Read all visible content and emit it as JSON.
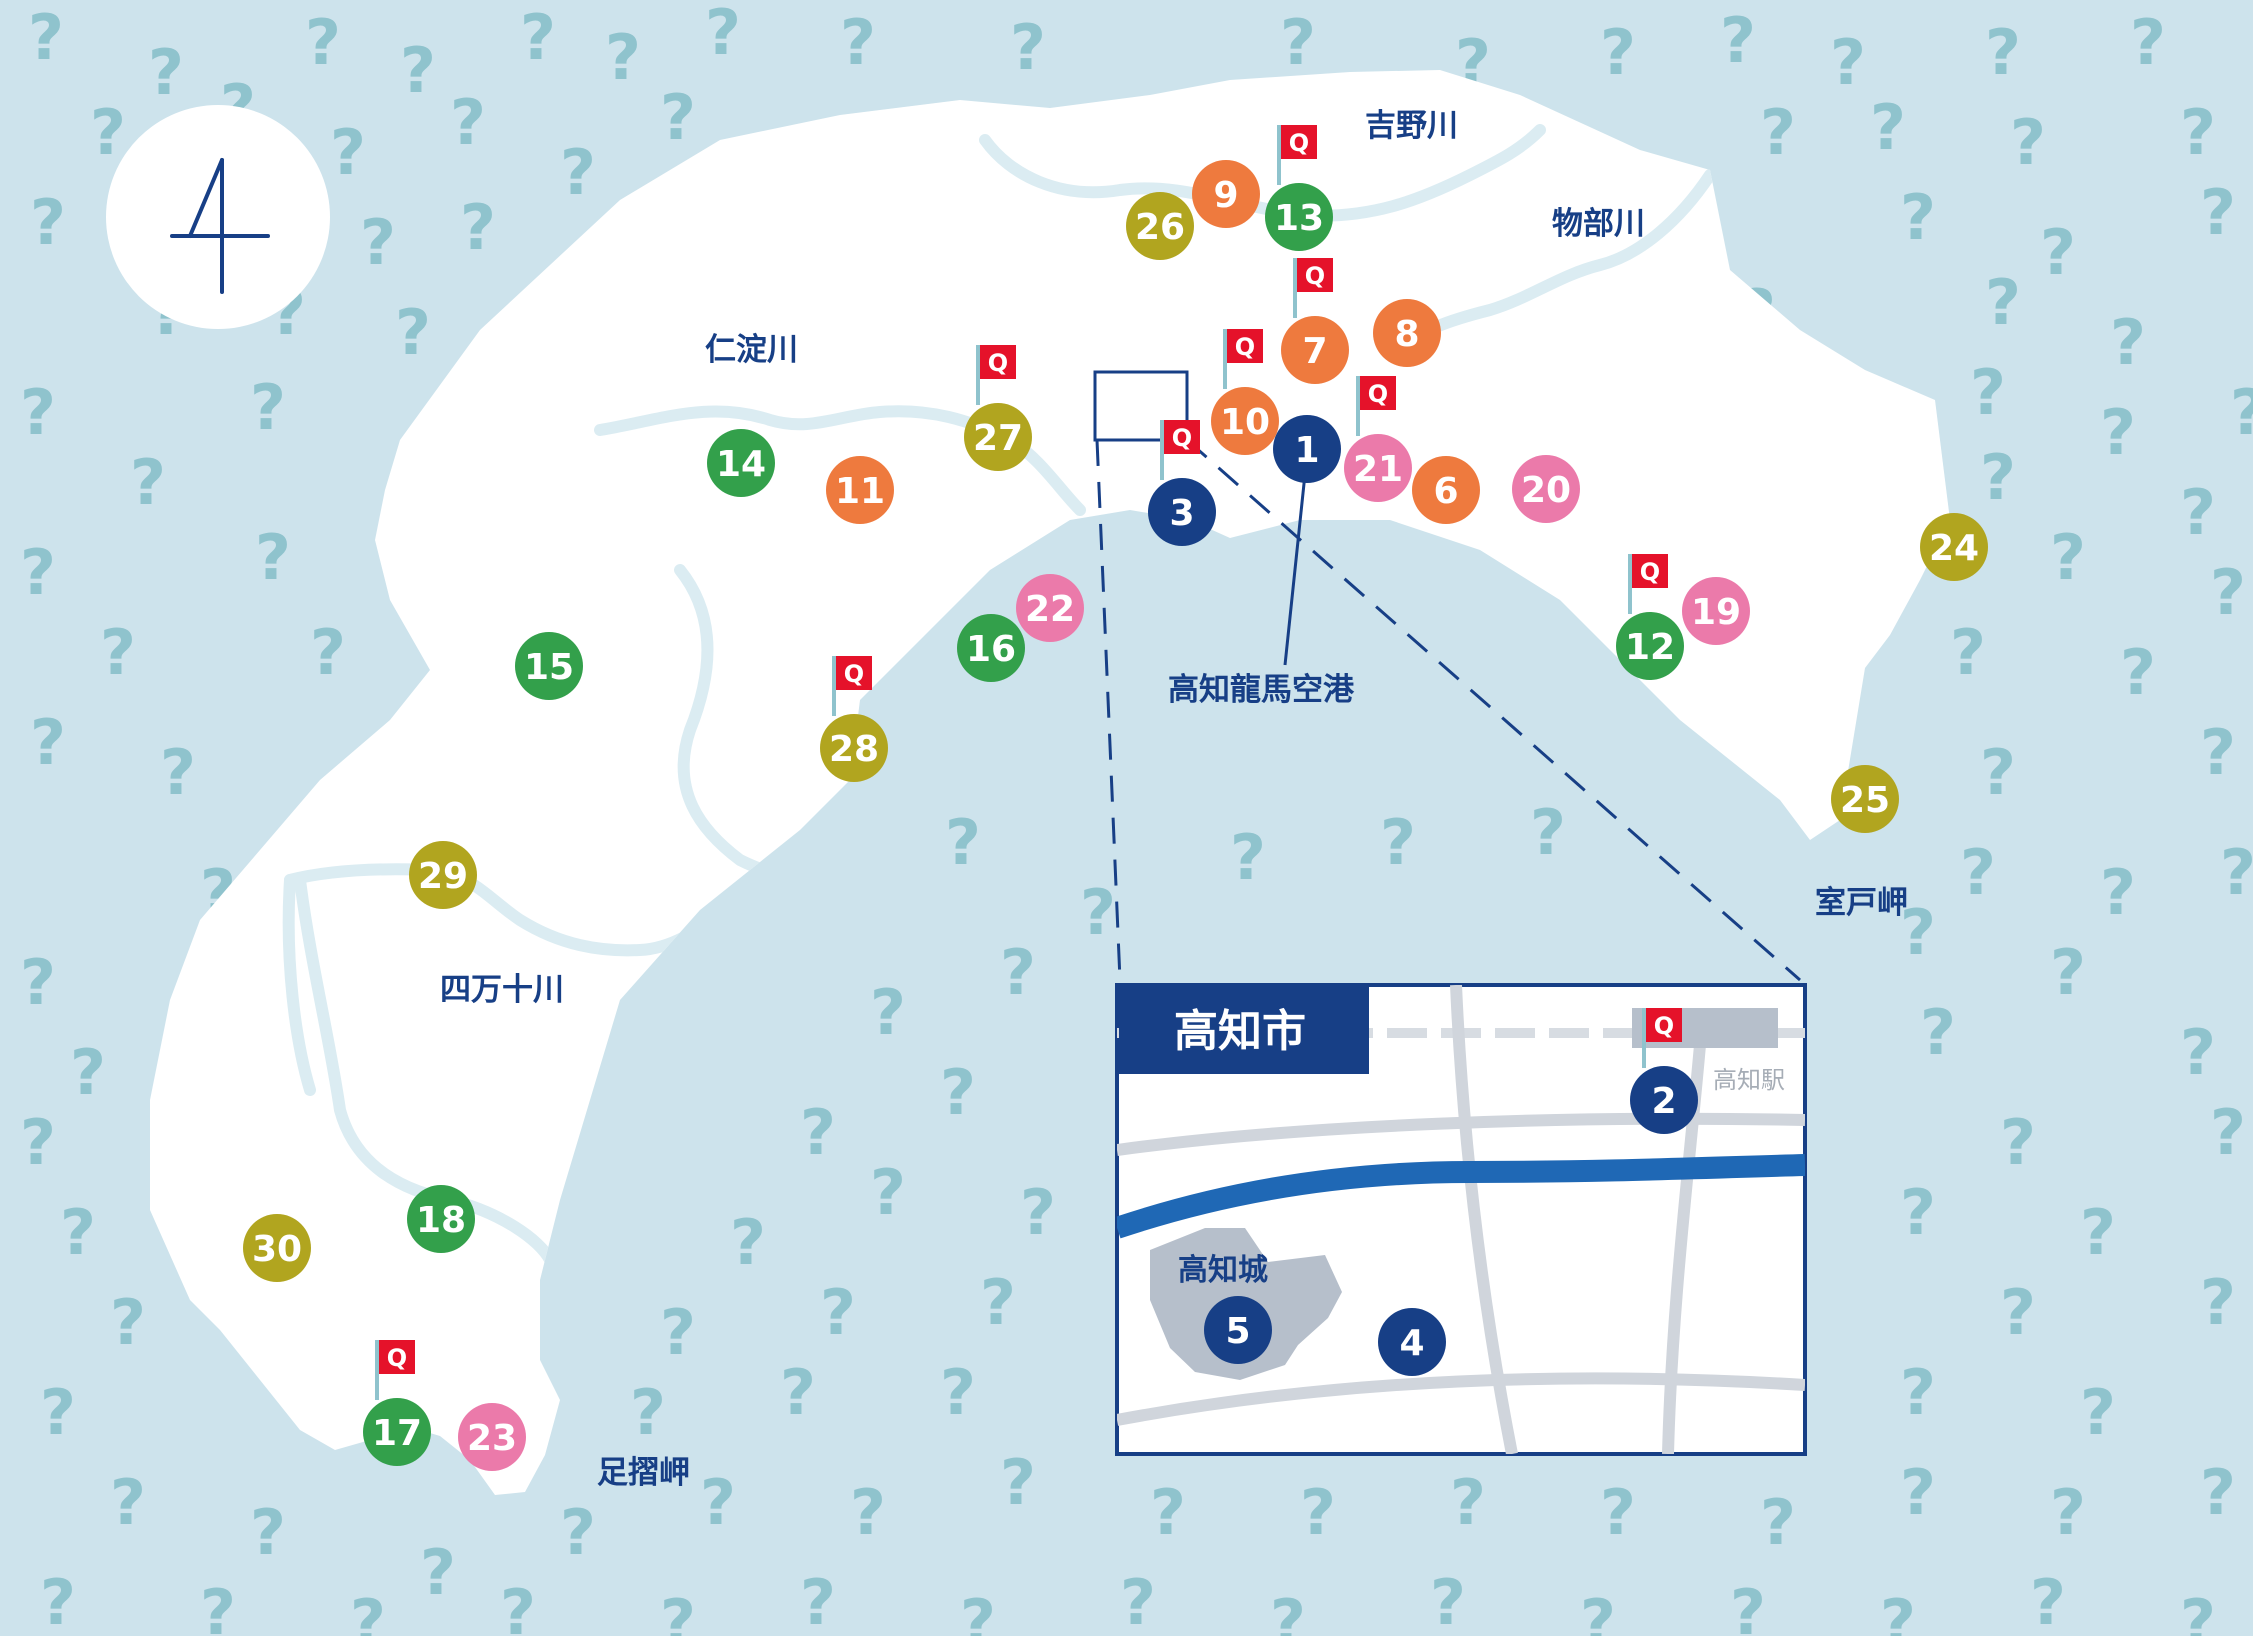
{
  "map": {
    "compass_label": "4",
    "rivers": [
      {
        "id": "yoshino",
        "label": "吉野川"
      },
      {
        "id": "monobe",
        "label": "物部川"
      },
      {
        "id": "niyodo",
        "label": "仁淀川"
      },
      {
        "id": "shimanto",
        "label": "四万十川"
      }
    ],
    "places": [
      {
        "id": "airport",
        "label": "高知龍馬空港"
      },
      {
        "id": "muroto",
        "label": "室戸岬"
      },
      {
        "id": "ashizuri",
        "label": "足摺岬"
      }
    ],
    "flag_text": "Q",
    "colors": {
      "sea": "#cde3ec",
      "land": "#ffffff",
      "river": "#dbecf2",
      "question_mark": "#8fc3cd",
      "navy": "#173f86",
      "orange": "#ee7a3e",
      "green": "#33a04b",
      "olive": "#b1a51f",
      "pink": "#eb7aaa",
      "flag_red": "#e5122a",
      "inset_road": "#d0d5dc",
      "inset_river": "#1f68b5",
      "inset_building": "#b6bfcb"
    },
    "markers": [
      {
        "n": "1",
        "color": "navy",
        "flag": false
      },
      {
        "n": "3",
        "color": "navy",
        "flag": true
      },
      {
        "n": "6",
        "color": "orange",
        "flag": false
      },
      {
        "n": "7",
        "color": "orange",
        "flag": true
      },
      {
        "n": "8",
        "color": "orange",
        "flag": false
      },
      {
        "n": "9",
        "color": "orange",
        "flag": false
      },
      {
        "n": "10",
        "color": "orange",
        "flag": true
      },
      {
        "n": "11",
        "color": "orange",
        "flag": false
      },
      {
        "n": "12",
        "color": "green",
        "flag": true
      },
      {
        "n": "13",
        "color": "green",
        "flag": true
      },
      {
        "n": "14",
        "color": "green",
        "flag": false
      },
      {
        "n": "15",
        "color": "green",
        "flag": false
      },
      {
        "n": "16",
        "color": "green",
        "flag": false
      },
      {
        "n": "17",
        "color": "green",
        "flag": true
      },
      {
        "n": "18",
        "color": "green",
        "flag": false
      },
      {
        "n": "19",
        "color": "pink",
        "flag": false
      },
      {
        "n": "20",
        "color": "pink",
        "flag": false
      },
      {
        "n": "21",
        "color": "pink",
        "flag": true
      },
      {
        "n": "22",
        "color": "pink",
        "flag": false
      },
      {
        "n": "23",
        "color": "pink",
        "flag": false
      },
      {
        "n": "24",
        "color": "olive",
        "flag": false
      },
      {
        "n": "25",
        "color": "olive",
        "flag": false
      },
      {
        "n": "26",
        "color": "olive",
        "flag": false
      },
      {
        "n": "27",
        "color": "olive",
        "flag": true
      },
      {
        "n": "28",
        "color": "olive",
        "flag": true
      },
      {
        "n": "29",
        "color": "olive",
        "flag": false
      },
      {
        "n": "30",
        "color": "olive",
        "flag": false
      }
    ]
  },
  "inset": {
    "title": "高知市",
    "station_label": "高知駅",
    "castle_label": "高知城",
    "markers": [
      {
        "n": "2",
        "color": "navy",
        "flag": true
      },
      {
        "n": "4",
        "color": "navy",
        "flag": false
      },
      {
        "n": "5",
        "color": "navy",
        "flag": false
      }
    ]
  }
}
